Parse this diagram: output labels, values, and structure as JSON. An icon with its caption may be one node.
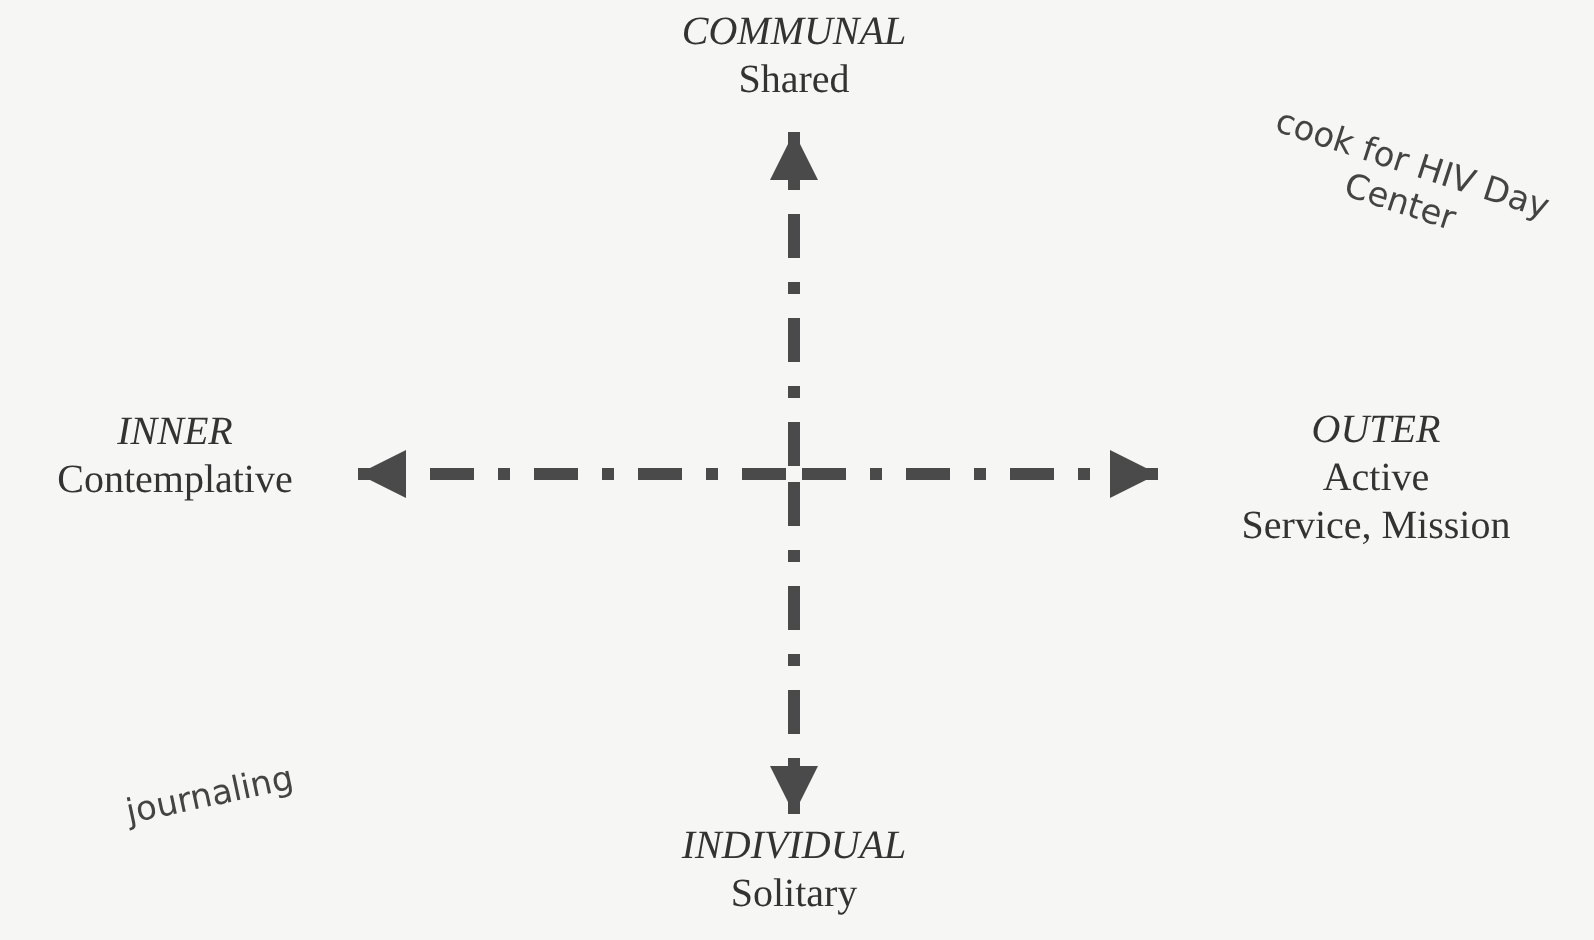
{
  "diagram": {
    "nodes": [
      {
        "text": [
          "COMMUNAL",
          "Shared"
        ]
      },
      {
        "text": [
          "INNER",
          "Contemplative"
        ]
      },
      {
        "text": [
          "OUTER",
          "Active",
          "Service, Mission"
        ]
      },
      {
        "text": [
          "INDIVIDUAL",
          "Solitary"
        ]
      }
    ],
    "edges": [
      {
        "from": null,
        "to": 0,
        "arrow": "to",
        "style": "dashed"
      },
      {
        "from": null,
        "to": 1,
        "arrow": "to",
        "style": "dashed"
      },
      {
        "from": null,
        "to": 2,
        "arrow": "to",
        "style": "dashed"
      },
      {
        "from": null,
        "to": 3,
        "arrow": "to",
        "style": "dashed"
      }
    ],
    "labels": [
      "cook for HIV Day Center",
      "journaling"
    ]
  }
}
